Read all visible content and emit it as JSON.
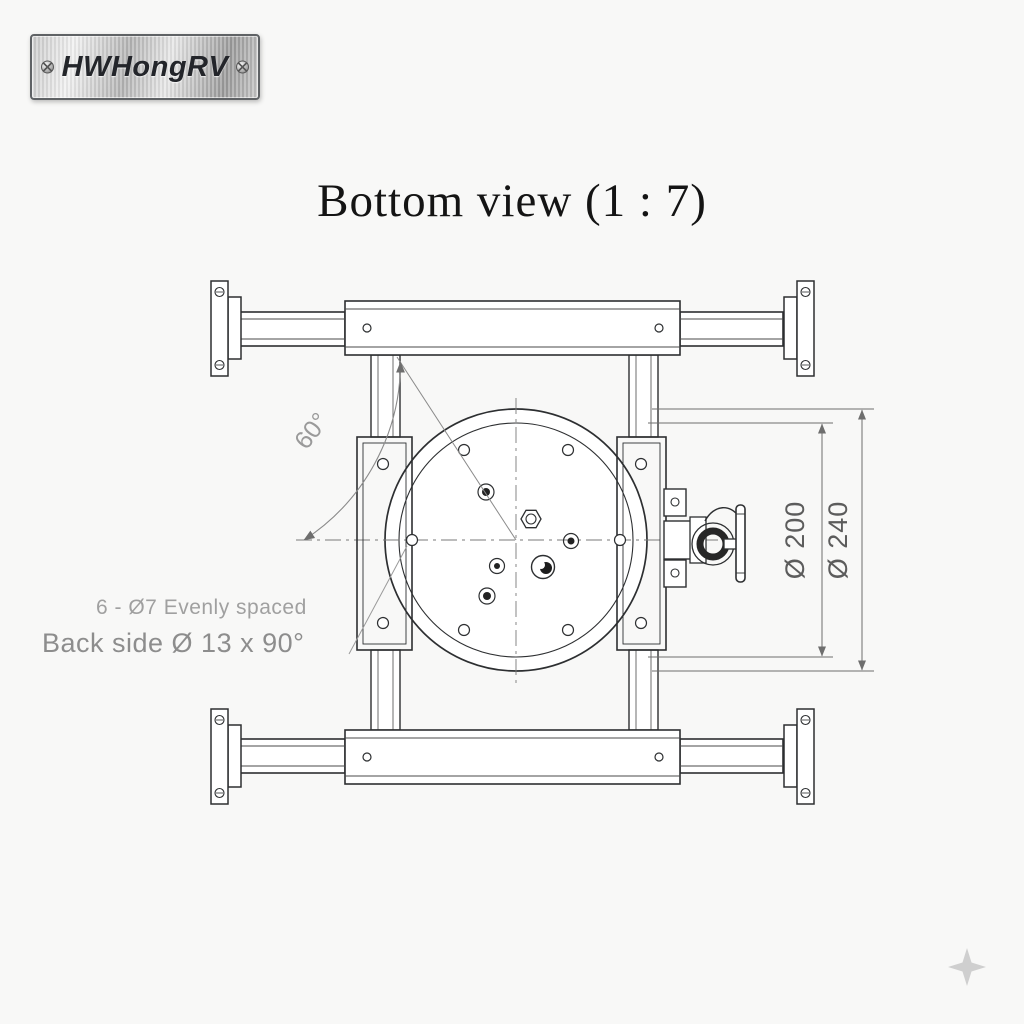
{
  "brand": {
    "name": "HWHongRV"
  },
  "view": {
    "title": "Bottom view (1 : 7)"
  },
  "dimensions": {
    "angle_label": "60°",
    "inner_diameter_label": "Ø 200",
    "outer_diameter_label": "Ø 240"
  },
  "annotations": {
    "bolt_pattern": "6 - Ø7 Evenly spaced",
    "countersink": "Back side Ø 13 x 90°"
  },
  "colors": {
    "line": "#2d2f31",
    "dimension": "#6e6e6e",
    "annotation": "#9c9c9c",
    "background": "#f8f8f7"
  }
}
